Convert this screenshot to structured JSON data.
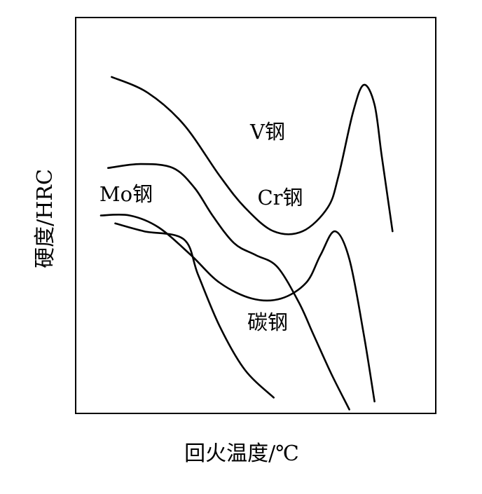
{
  "chart_data": {
    "type": "line",
    "xlabel": "回火温度/℃",
    "ylabel": "硬度/HRC",
    "grid": false,
    "series": [
      {
        "name": "V钢",
        "points": [
          [
            0.1,
            0.85
          ],
          [
            0.2,
            0.81
          ],
          [
            0.3,
            0.73
          ],
          [
            0.4,
            0.6
          ],
          [
            0.47,
            0.52
          ],
          [
            0.55,
            0.46
          ],
          [
            0.63,
            0.46
          ],
          [
            0.7,
            0.52
          ],
          [
            0.73,
            0.6
          ],
          [
            0.77,
            0.76
          ],
          [
            0.8,
            0.83
          ],
          [
            0.83,
            0.78
          ],
          [
            0.85,
            0.65
          ],
          [
            0.88,
            0.46
          ]
        ]
      },
      {
        "name": "Cr钢",
        "points": [
          [
            0.09,
            0.62
          ],
          [
            0.18,
            0.63
          ],
          [
            0.27,
            0.62
          ],
          [
            0.33,
            0.57
          ],
          [
            0.38,
            0.5
          ],
          [
            0.44,
            0.43
          ],
          [
            0.5,
            0.4
          ],
          [
            0.56,
            0.37
          ],
          [
            0.62,
            0.28
          ],
          [
            0.66,
            0.2
          ],
          [
            0.71,
            0.1
          ],
          [
            0.76,
            0.01
          ]
        ]
      },
      {
        "name": "Mo钢",
        "points": [
          [
            0.07,
            0.5
          ],
          [
            0.15,
            0.5
          ],
          [
            0.23,
            0.47
          ],
          [
            0.32,
            0.4
          ],
          [
            0.4,
            0.33
          ],
          [
            0.49,
            0.29
          ],
          [
            0.57,
            0.29
          ],
          [
            0.64,
            0.33
          ],
          [
            0.68,
            0.4
          ],
          [
            0.72,
            0.46
          ],
          [
            0.76,
            0.39
          ],
          [
            0.8,
            0.2
          ],
          [
            0.83,
            0.03
          ]
        ]
      },
      {
        "name": "碳钢",
        "points": [
          [
            0.11,
            0.48
          ],
          [
            0.19,
            0.46
          ],
          [
            0.3,
            0.44
          ],
          [
            0.34,
            0.35
          ],
          [
            0.4,
            0.22
          ],
          [
            0.47,
            0.11
          ],
          [
            0.55,
            0.04
          ]
        ]
      }
    ]
  }
}
